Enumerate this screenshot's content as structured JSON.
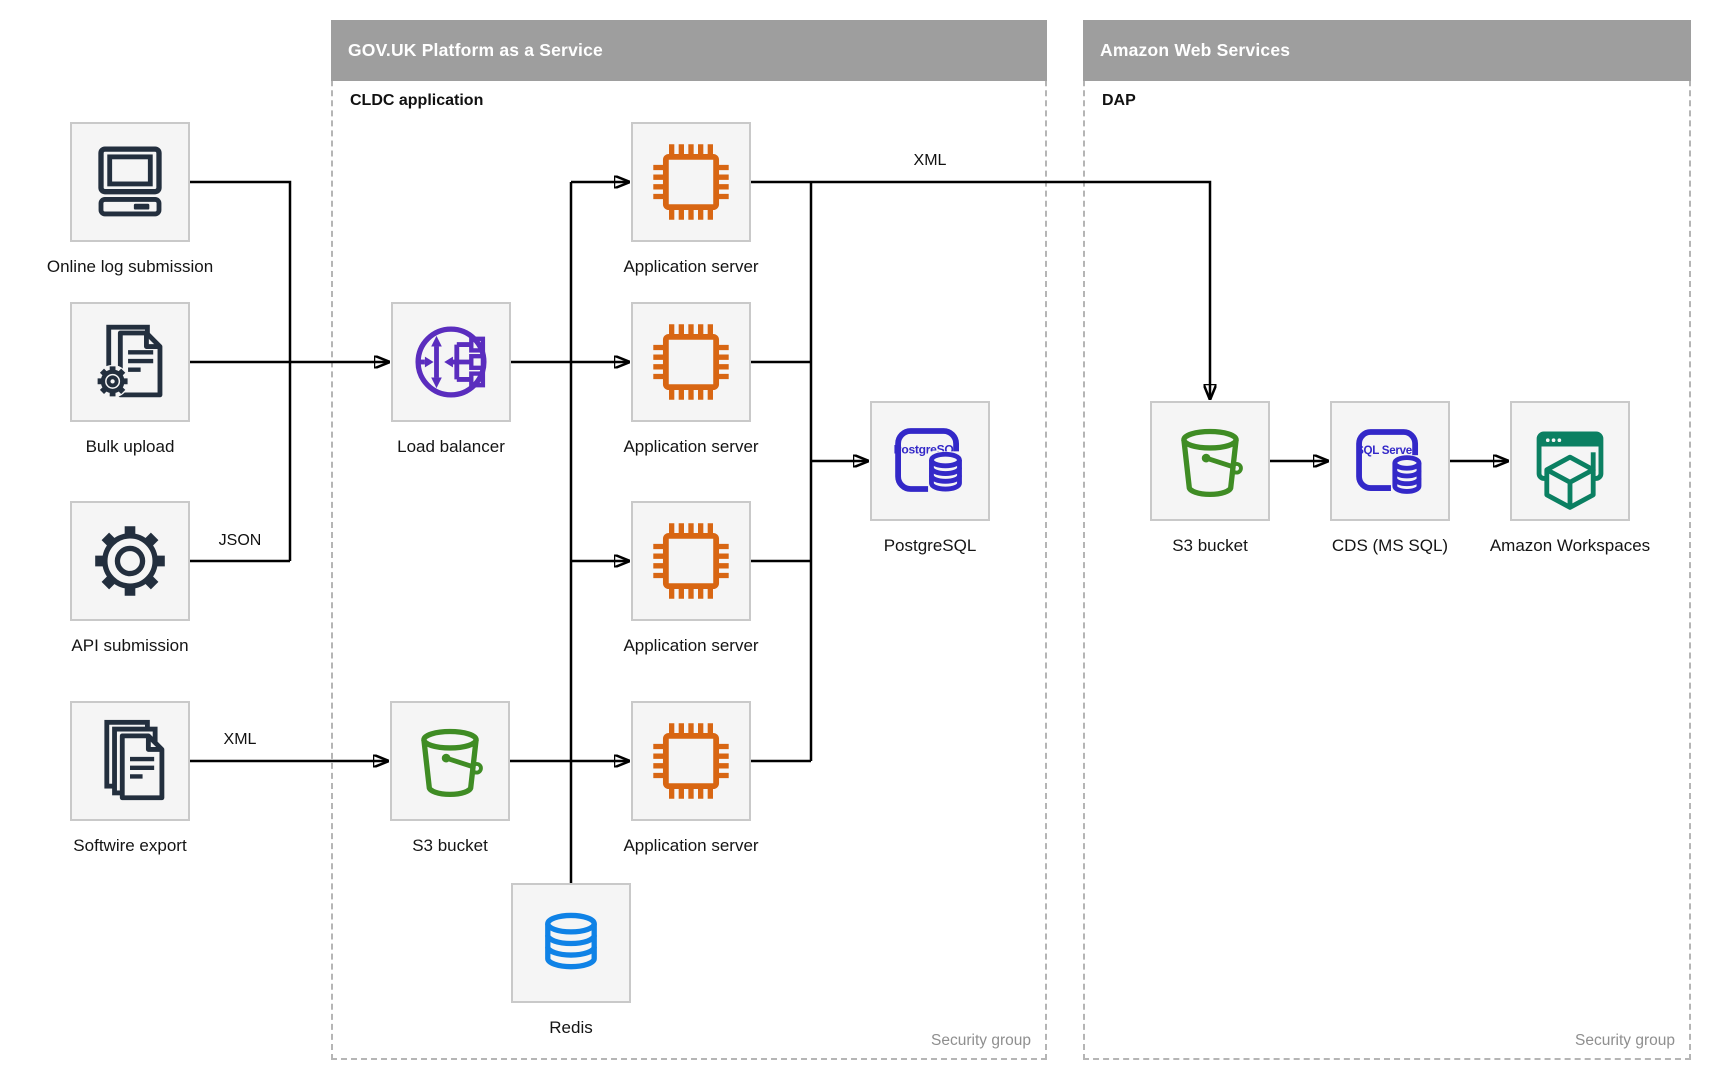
{
  "containers": {
    "paas": {
      "title": "GOV.UK Platform as a Service",
      "sublabel": "CLDC application",
      "footer": "Security group"
    },
    "aws": {
      "title": "Amazon Web Services",
      "sublabel": "DAP",
      "footer": "Security group"
    }
  },
  "nodes": {
    "online_log": {
      "label": "Online log submission",
      "icon": "computer-icon"
    },
    "bulk_upload": {
      "label": "Bulk upload",
      "icon": "document-gear-icon"
    },
    "api_submission": {
      "label": "API submission",
      "icon": "gear-icon"
    },
    "softwire_export": {
      "label": "Softwire export",
      "icon": "documents-stack-icon"
    },
    "load_balancer": {
      "label": "Load balancer",
      "icon": "load-balancer-icon"
    },
    "app_server_1": {
      "label": "Application server",
      "icon": "chip-icon"
    },
    "app_server_2": {
      "label": "Application server",
      "icon": "chip-icon"
    },
    "app_server_3": {
      "label": "Application server",
      "icon": "chip-icon"
    },
    "app_server_4": {
      "label": "Application server",
      "icon": "chip-icon"
    },
    "postgresql": {
      "label": "PostgreSQL",
      "icon_text": "PostgreSQL",
      "icon": "postgresql-database-icon"
    },
    "s3_paas": {
      "label": "S3 bucket",
      "icon": "s3-bucket-icon"
    },
    "redis": {
      "label": "Redis",
      "icon": "redis-cache-icon"
    },
    "s3_aws": {
      "label": "S3 bucket",
      "icon": "s3-bucket-icon"
    },
    "cds": {
      "label": "CDS (MS SQL)",
      "icon_text": "SQL Server",
      "icon": "sql-server-database-icon"
    },
    "workspaces": {
      "label": "Amazon Workspaces",
      "icon": "workspaces-browser-cube-icon"
    }
  },
  "edge_labels": {
    "json": "JSON",
    "xml_export": "XML",
    "xml_feed": "XML"
  },
  "colors": {
    "source_icon": "#232f3e",
    "load_balancer": "#5a2dbe",
    "app_server": "#d86613",
    "database": "#3328c8",
    "bucket": "#3f8c24",
    "redis": "#0f82e6",
    "workspaces": "#0b8062",
    "header_bar": "#9e9e9e",
    "box_fill": "#f5f5f5",
    "box_border": "#c9c9c9",
    "dashed_border": "#b5b5b5",
    "security_text": "#8f8f8f",
    "wire": "#000000"
  }
}
